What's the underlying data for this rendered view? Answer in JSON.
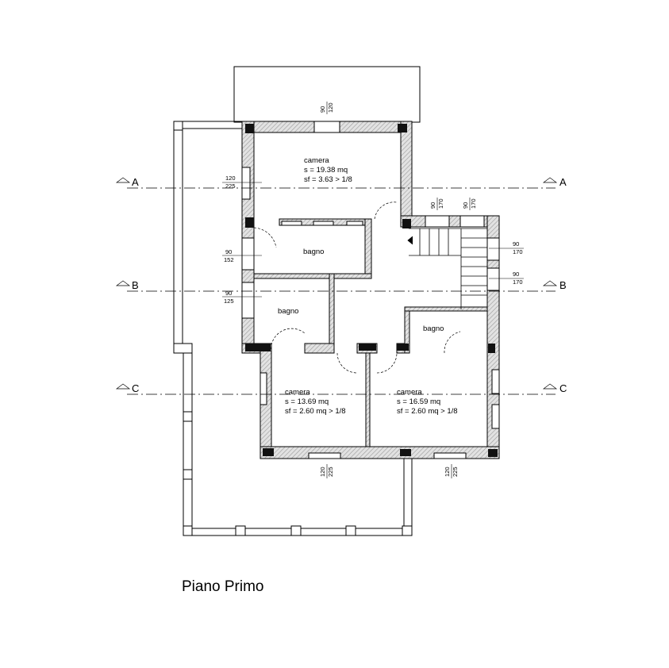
{
  "title": "Piano Primo",
  "sections": [
    "A",
    "B",
    "C"
  ],
  "rooms": [
    {
      "name": "camera",
      "area": "s = 19.38 mq",
      "ratio": "sf = 3.63 > 1/8"
    },
    {
      "name": "bagno"
    },
    {
      "name": "bagno"
    },
    {
      "name": "bagno"
    },
    {
      "name": "camera",
      "area": "s = 13.69 mq",
      "ratio": "sf = 2.60 mq > 1/8"
    },
    {
      "name": "camera",
      "area": "s = 16.59 mq",
      "ratio": "sf = 2.60 mq > 1/8"
    }
  ],
  "dimensions": {
    "top_window": [
      "90",
      "120"
    ],
    "left_window_1": [
      "120",
      "225"
    ],
    "left_window_2": [
      "90",
      "152"
    ],
    "left_window_3": [
      "90",
      "125"
    ],
    "stair_window_1": [
      "90",
      "170"
    ],
    "stair_window_2": [
      "90",
      "170"
    ],
    "right_window_1": [
      "90",
      "170"
    ],
    "right_window_2": [
      "90",
      "170"
    ],
    "bottom_window_1": [
      "120",
      "225"
    ],
    "bottom_window_2": [
      "120",
      "225"
    ]
  },
  "colors": {
    "line": "#000000",
    "wall_fill": "#c9c9c9",
    "column": "#111111"
  }
}
